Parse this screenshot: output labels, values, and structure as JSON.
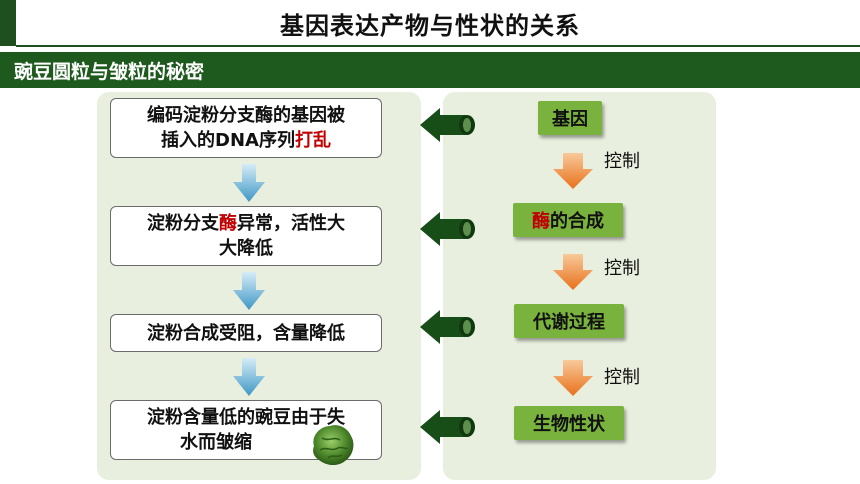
{
  "header": {
    "title": "基因表达产物与性状的关系"
  },
  "section": {
    "label": "豌豆圆粒与皱粒的秘密"
  },
  "left_steps": [
    {
      "line1": "编码淀粉分支酶的基因被",
      "line2_a": "插入的DNA序列",
      "line2_b": "打乱"
    },
    {
      "line1_a": "淀粉分支",
      "line1_b": "酶",
      "line1_c": "异常，活性大",
      "line2": "大降低"
    },
    {
      "line1": "淀粉合成受阻，含量降低"
    },
    {
      "line1": "淀粉含量低的豌豆由于失",
      "line2": "水而皱缩"
    }
  ],
  "right_steps": [
    {
      "label": "基因"
    },
    {
      "label_a": "酶",
      "label_b": "的合成"
    },
    {
      "label": "代谢过程"
    },
    {
      "label": "生物性状"
    }
  ],
  "control_label": "控制",
  "colors": {
    "accent_red": "#c00000",
    "box_green": "#79b23c",
    "dark_green": "#1e5a1e",
    "orange": "#ec7a1c",
    "blue_arrow": "#4fa3cf"
  }
}
